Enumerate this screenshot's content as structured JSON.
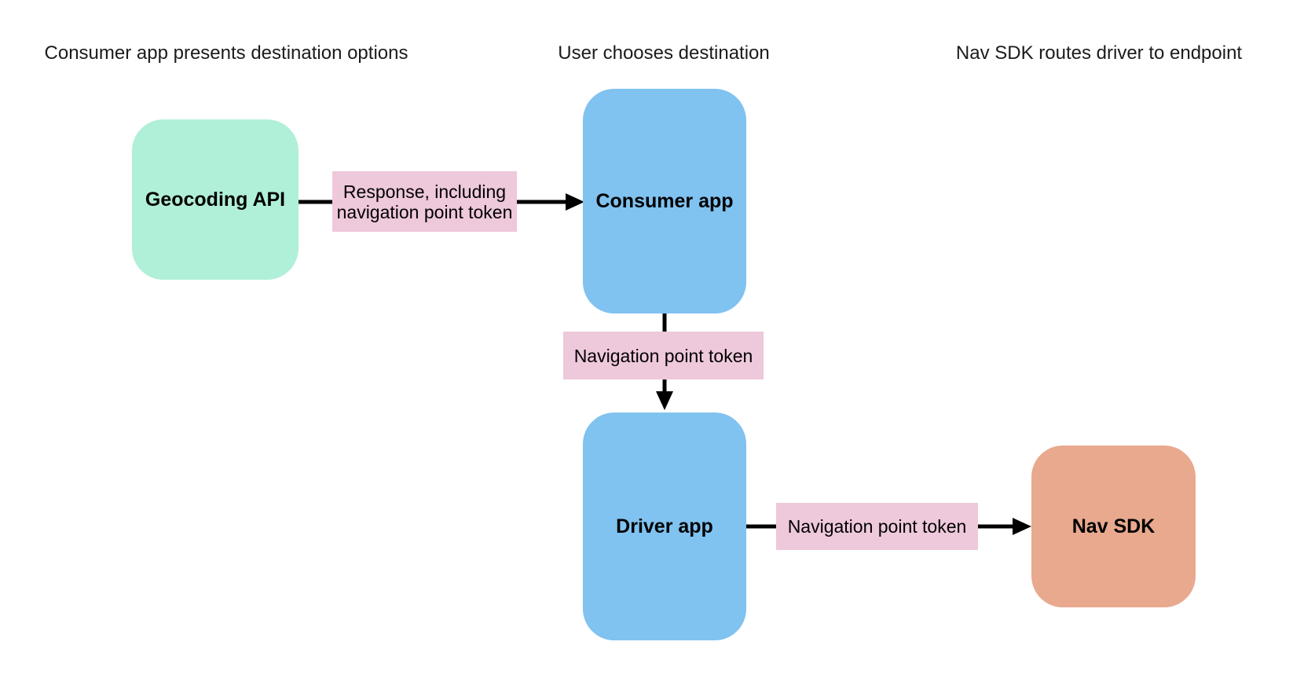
{
  "diagram": {
    "column_headers": [
      {
        "label": "Consumer app presents destination options"
      },
      {
        "label": "User chooses destination"
      },
      {
        "label": "Nav SDK routes driver to endpoint"
      }
    ],
    "nodes": [
      {
        "id": "geocoding-api",
        "label": "Geocoding API",
        "color": "#b0efd8"
      },
      {
        "id": "consumer-app",
        "label": "Consumer app",
        "color": "#80c2f0"
      },
      {
        "id": "driver-app",
        "label": "Driver app",
        "color": "#80c2f0"
      },
      {
        "id": "nav-sdk",
        "label": "Nav SDK",
        "color": "#e8a98e"
      }
    ],
    "edges": [
      {
        "from": "geocoding-api",
        "to": "consumer-app",
        "label": "Response, including navigation point token",
        "color": "#eec8db"
      },
      {
        "from": "consumer-app",
        "to": "driver-app",
        "label": "Navigation point token",
        "color": "#eec8db"
      },
      {
        "from": "driver-app",
        "to": "nav-sdk",
        "label": "Navigation point token",
        "color": "#eec8db"
      }
    ],
    "colors": {
      "arrow": "#000000",
      "background": "#ffffff"
    }
  }
}
